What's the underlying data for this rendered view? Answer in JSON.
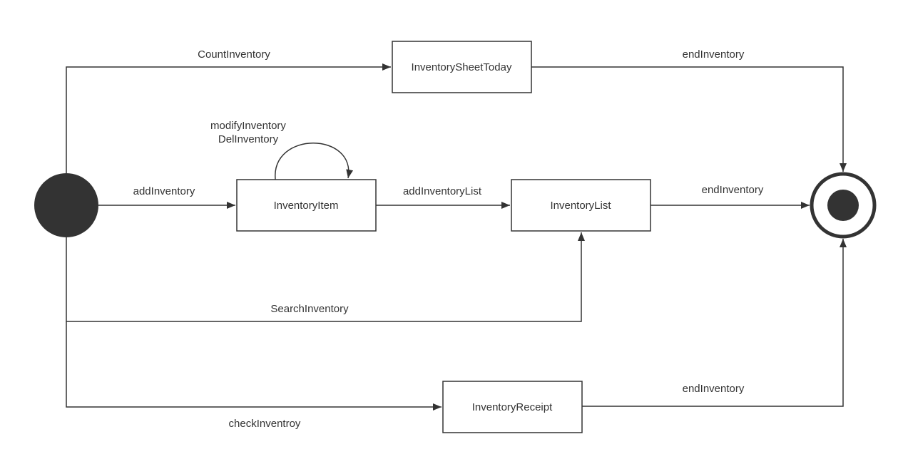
{
  "colors": {
    "stroke": "#333333",
    "node_fill": "#333333",
    "background": "#ffffff"
  },
  "states": {
    "sheet_today": "InventorySheetToday",
    "item": "InventoryItem",
    "list": "InventoryList",
    "receipt": "InventoryReceipt"
  },
  "transitions": {
    "count_inventory": "CountInventory",
    "end_inventory_top": "endInventory",
    "modify_inventory": "modifyInventory",
    "del_inventory": "DelInventory",
    "add_inventory": "addInventory",
    "add_inventory_list": "addInventoryList",
    "end_inventory_middle": "endInventory",
    "search_inventory": "SearchInventory",
    "end_inventory_bottom": "endInventory",
    "check_inventroy": "checkInventroy"
  }
}
